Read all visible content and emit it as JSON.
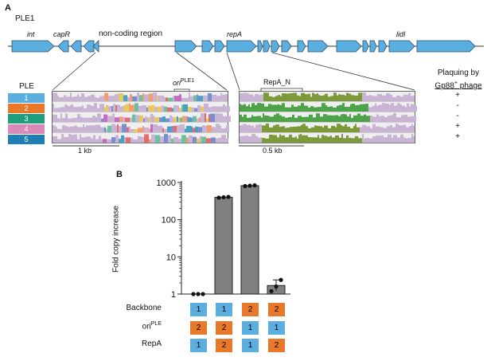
{
  "colors": {
    "gene_blue": "#5aaee0",
    "ple1": "#5aaee0",
    "ple2": "#e8782a",
    "ple3": "#1e9e7a",
    "ple4": "#d98ab8",
    "ple5": "#1f7fb5",
    "cov_lavender": "#c9b4d6",
    "cov_green": "#7c9a3a",
    "cov_green_bright": "#4da24a",
    "bar_gray": "#808080"
  },
  "panel_a": {
    "letter": "A",
    "title": "PLE1",
    "gene_labels": {
      "int": "int",
      "capR": "capR",
      "noncoding": "non-coding region",
      "repA": "repA",
      "lidI": "lidI"
    },
    "ple_header": "PLE",
    "ple_rows": [
      {
        "label": "1",
        "color": "#5aaee0"
      },
      {
        "label": "2",
        "color": "#e8782a"
      },
      {
        "label": "3",
        "color": "#1e9e7a"
      },
      {
        "label": "4",
        "color": "#d98ab8"
      },
      {
        "label": "5",
        "color": "#1f7fb5"
      }
    ],
    "ori_label": "ori",
    "ori_sup": "PLE1",
    "repa_n_label": "RepA_N",
    "scale_left": "1 kb",
    "scale_right": "0.5 kb",
    "plaquing_header_line1": "Plaquing by",
    "plaquing_header_line2": "Gp88",
    "plaquing_header_sup": "+",
    "plaquing_header_line2b": " phage",
    "plaquing_values": [
      "+",
      "-",
      "-",
      "+",
      "+"
    ]
  },
  "panel_b": {
    "letter": "B",
    "ylabel": "Fold copy increase",
    "y_ticks": [
      "1",
      "10",
      "100",
      "1000"
    ],
    "row_labels": {
      "backbone": "Backbone",
      "ori": "ori",
      "ori_sup": "PLE",
      "repa": "RepA"
    },
    "conditions": [
      {
        "backbone": "1",
        "ori": "2",
        "repa": "1"
      },
      {
        "backbone": "1",
        "ori": "2",
        "repa": "2"
      },
      {
        "backbone": "2",
        "ori": "1",
        "repa": "1"
      },
      {
        "backbone": "2",
        "ori": "1",
        "repa": "2"
      }
    ]
  },
  "chart_data": {
    "type": "bar",
    "title": "",
    "xlabel": "",
    "ylabel": "Fold copy increase",
    "y_scale": "log",
    "ylim": [
      1,
      1000
    ],
    "categories": [
      "1 / 2 / 1",
      "1 / 2 / 2",
      "2 / 1 / 1",
      "2 / 1 / 2"
    ],
    "values": [
      1.0,
      400,
      820,
      1.7
    ],
    "points": [
      [
        1.0,
        1.0,
        1.0
      ],
      [
        390,
        400,
        410
      ],
      [
        800,
        820,
        840
      ],
      [
        1.2,
        1.6,
        2.4
      ]
    ],
    "grid": false
  }
}
